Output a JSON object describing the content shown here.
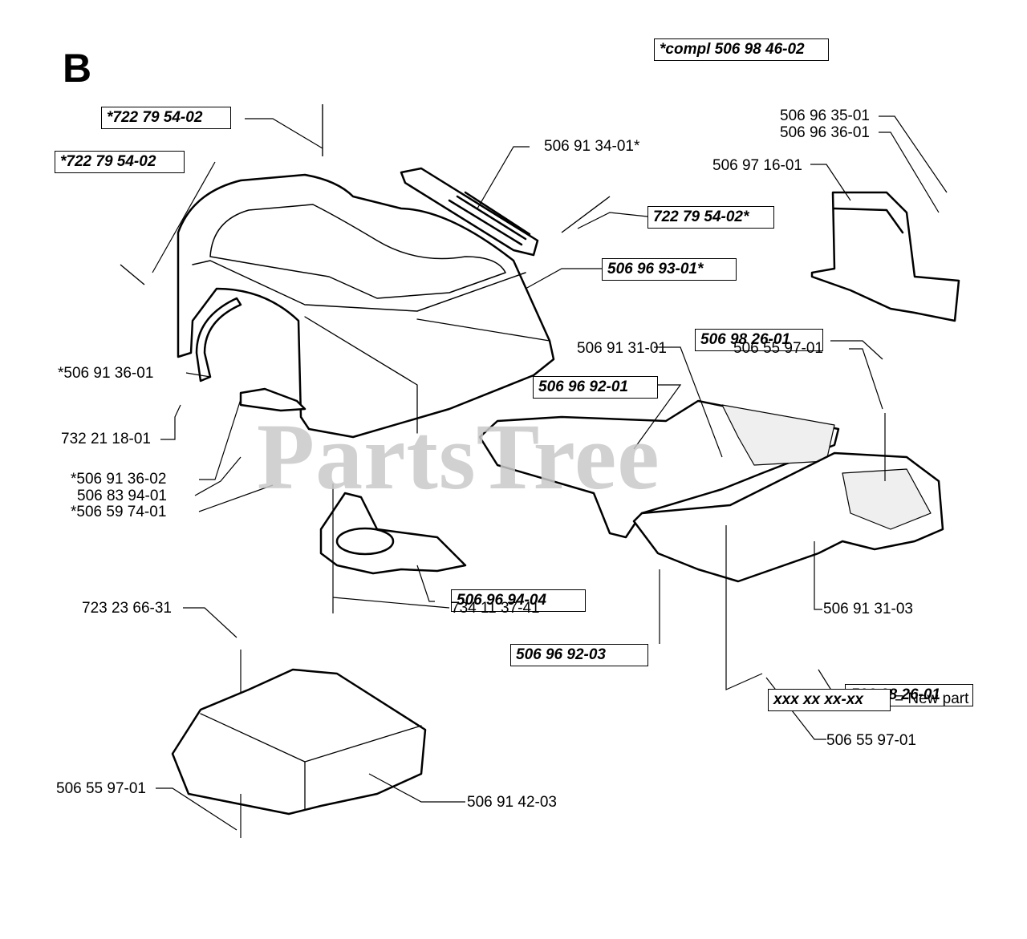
{
  "section_letter": "B",
  "watermark": "PartsTree",
  "legend": {
    "box_text": "xxx xx xx-xx",
    "note": "= New part"
  },
  "callouts": {
    "compl": "*compl 506 98 46-02",
    "c1": "*722 79 54-02",
    "c2": "*722 79 54-02",
    "c3": "506 91 34-01*",
    "c4": "722 79 54-02*",
    "c5": "506 96 93-01*",
    "c6": "506 96 35-01",
    "c7": "506 96 36-01",
    "c8": "506 97 16-01",
    "c9": "*506 91 36-01",
    "c10": "732 21 18-01",
    "c11": "*506 91 36-02",
    "c12": "506 83 94-01",
    "c13": "*506 59 74-01",
    "c14": "506 98 26-01",
    "c15": "506 91 31-01",
    "c16": "506 55 97-01",
    "c17": "506 96 92-01",
    "c18": "506 96 94-04",
    "c19": "734 11 37-41",
    "c20": "723 23 66-31",
    "c21": "506 96 92-03",
    "c22": "506 91 31-03",
    "c23": "506 98 26-01",
    "c24": "506 55 97-01",
    "c25": "506 55 97-01",
    "c26": "506 91 42-03"
  }
}
